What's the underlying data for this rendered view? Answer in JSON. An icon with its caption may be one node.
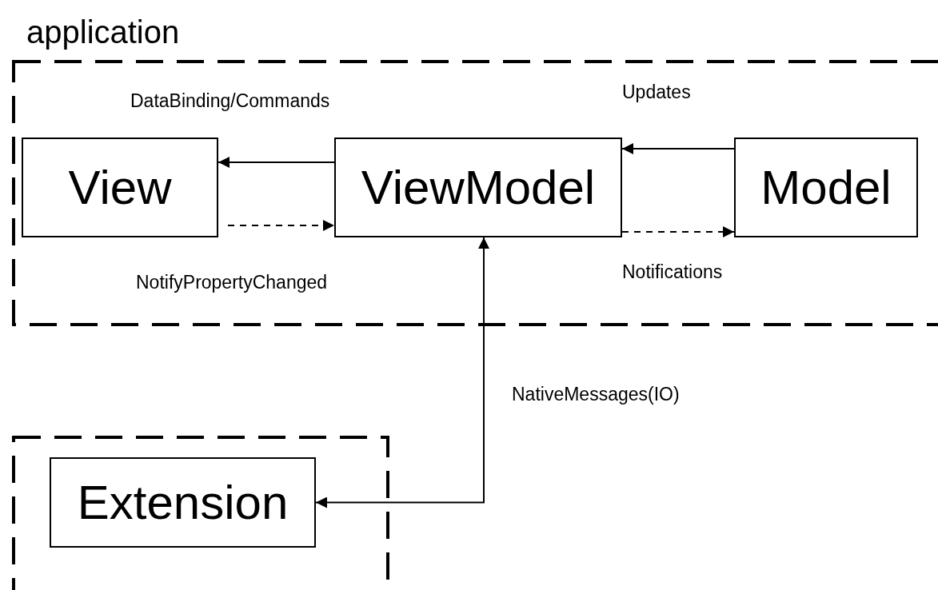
{
  "diagram": {
    "nodes": [
      {
        "text": [
          "application"
        ]
      },
      {
        "text": [],
        "shape": "box"
      },
      {
        "text": [
          "View"
        ],
        "in": 0
      },
      {
        "text": [
          "ViewModel"
        ],
        "in": 0
      },
      {
        "text": [
          "Model"
        ],
        "in": 0
      },
      {
        "text": [
          "Extension"
        ],
        "in": 1
      }
    ],
    "edges": [
      {
        "from": 3,
        "to": 2,
        "arrow": "to",
        "label": "DataBinding/Commands"
      },
      {
        "from": 2,
        "to": 3,
        "arrow": "to",
        "style": "dashed",
        "label": "NotifyPropertyChanged"
      },
      {
        "from": 4,
        "to": 3,
        "arrow": "to",
        "label": "Updates"
      },
      {
        "from": 3,
        "to": 4,
        "arrow": "to",
        "style": "dashed",
        "label": "Notifications"
      },
      {
        "from": 5,
        "to": 3,
        "arrow": "both",
        "label": "NativeMessages(IO)"
      }
    ]
  }
}
